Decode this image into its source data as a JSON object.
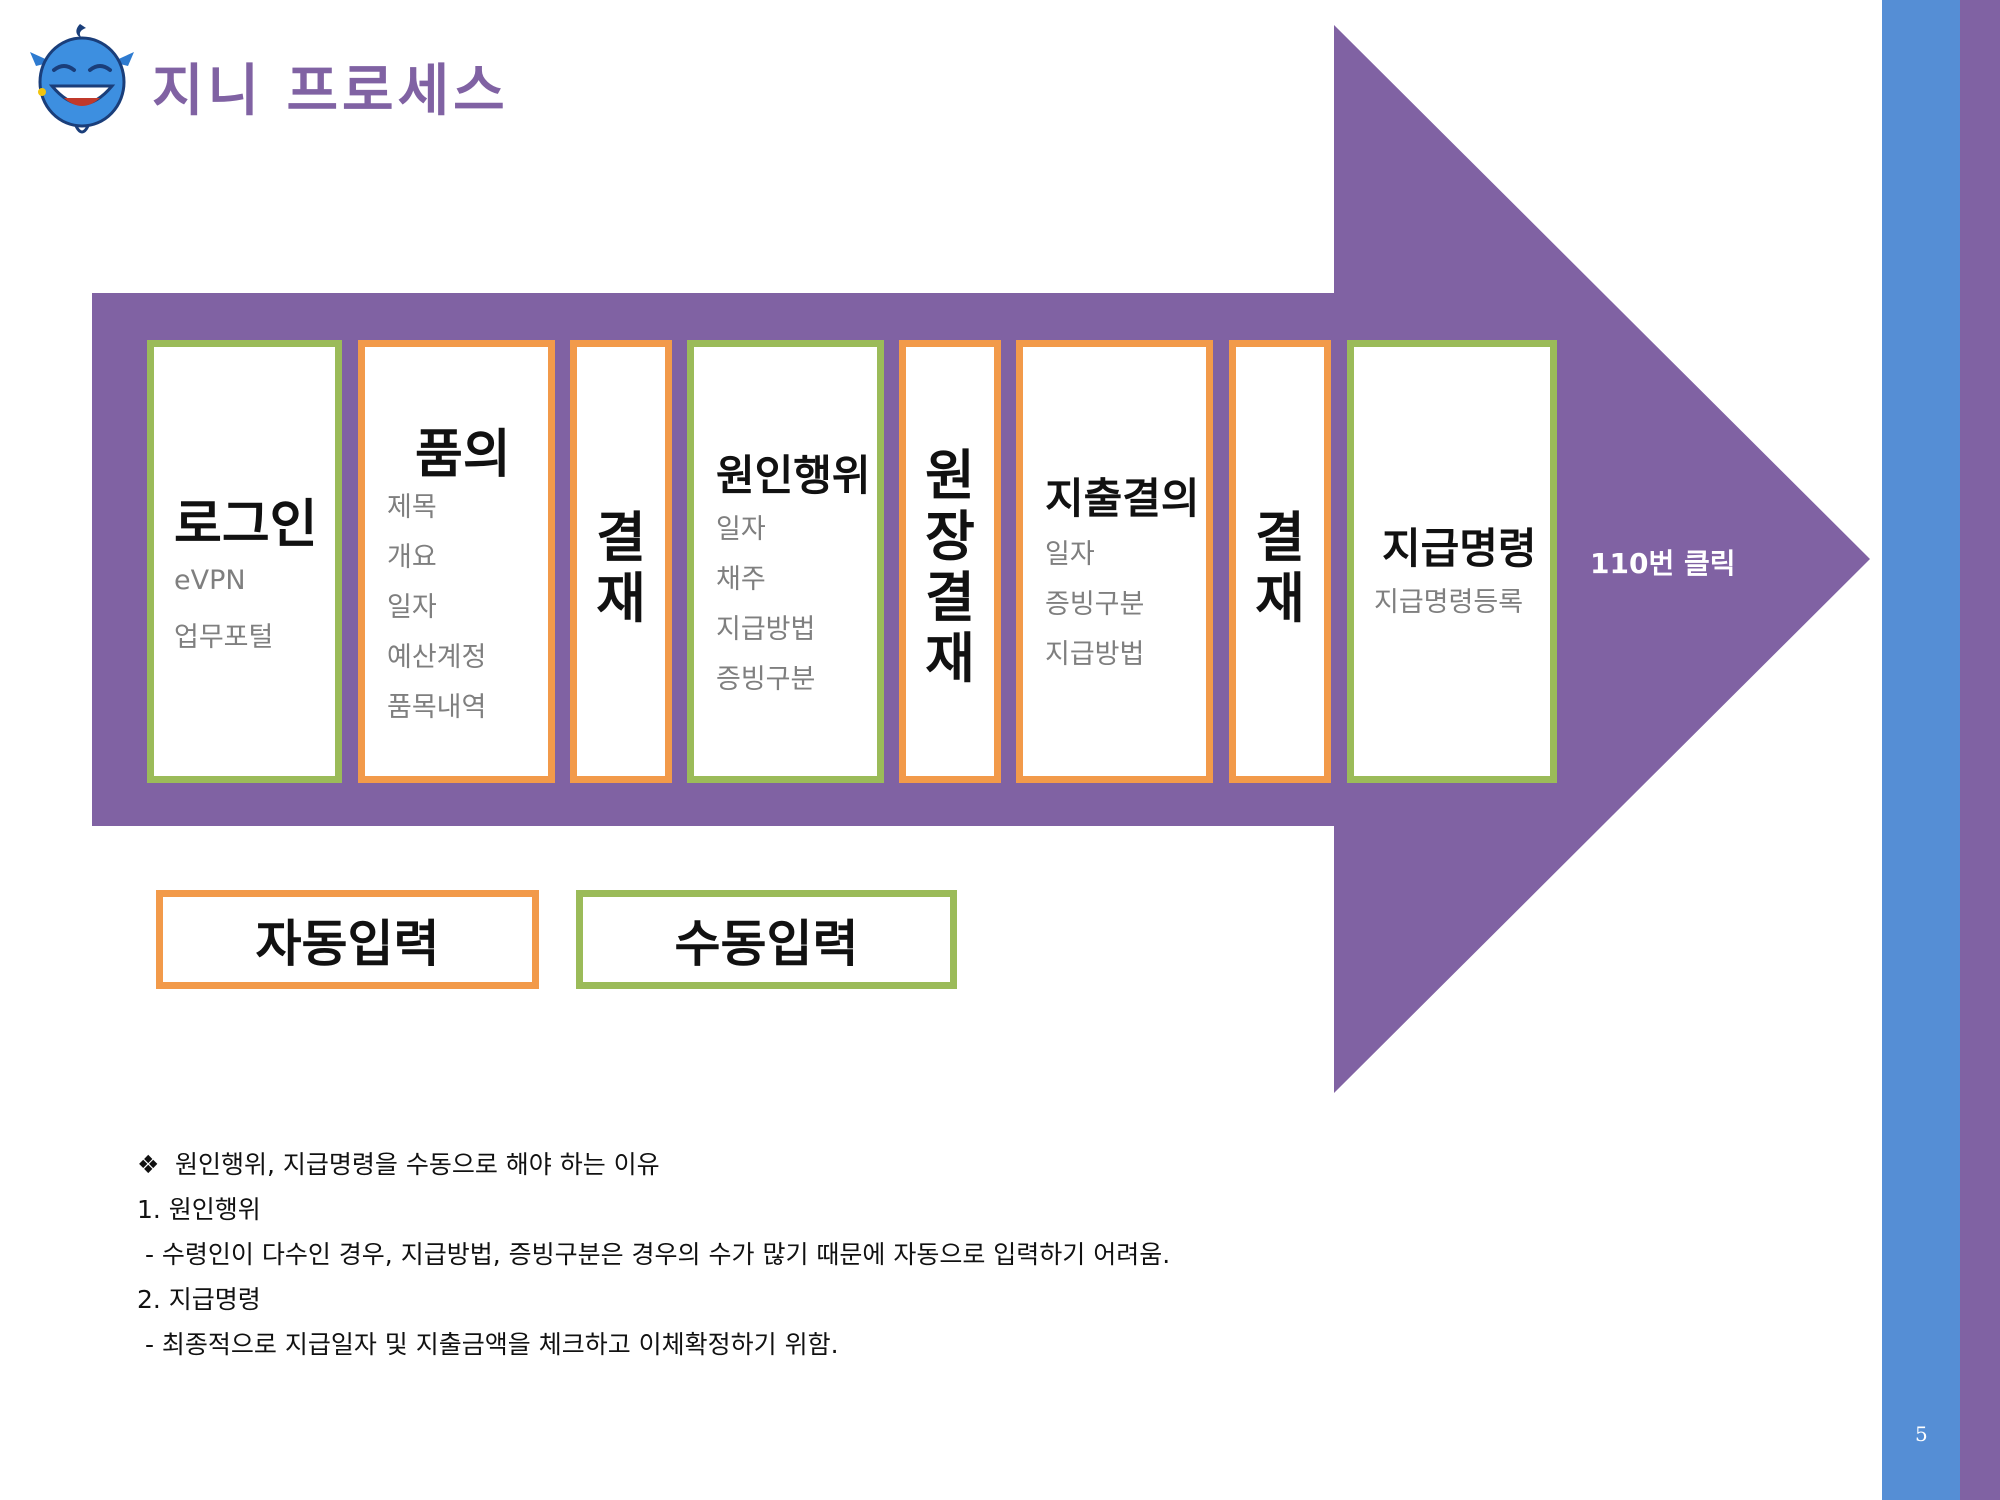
{
  "header": {
    "title": "지니 프로세스",
    "logo_icon": "genie-icon"
  },
  "colors": {
    "purple": "#8062a3",
    "blue": "#558ed5",
    "auto_border": "#f29a4a",
    "manual_border": "#9bbb59"
  },
  "steps": [
    {
      "title": "로그인",
      "items": [
        "eVPN",
        "업무포털"
      ],
      "input": "manual"
    },
    {
      "title": "품의",
      "items": [
        "제목",
        "개요",
        "일자",
        "예산계정",
        "품목내역"
      ],
      "input": "auto"
    },
    {
      "title_chars": [
        "결",
        "재"
      ],
      "input": "auto"
    },
    {
      "title": "원인행위",
      "items": [
        "일자",
        "채주",
        "지급방법",
        "증빙구분"
      ],
      "input": "manual"
    },
    {
      "title_chars": [
        "원",
        "장",
        "결",
        "재"
      ],
      "input": "auto"
    },
    {
      "title": "지출결의",
      "items": [
        "일자",
        "증빙구분",
        "지급방법"
      ],
      "input": "auto"
    },
    {
      "title_chars": [
        "결",
        "재"
      ],
      "input": "auto"
    },
    {
      "title": "지급명령",
      "items": [
        "지급명령등록"
      ],
      "input": "manual"
    }
  ],
  "arrow_note": "110번 클릭",
  "legend": {
    "auto_label": "자동입력",
    "manual_label": "수동입력"
  },
  "notes": {
    "bullet_glyph": "❖",
    "heading": "원인행위, 지급명령을 수동으로 해야 하는 이유",
    "lines": [
      "1. 원인행위",
      " - 수령인이 다수인 경우, 지급방법, 증빙구분은 경우의 수가 많기 때문에 자동으로 입력하기 어려움.",
      "2. 지급명령",
      " - 최종적으로 지급일자 및 지출금액을 체크하고 이체확정하기 위함."
    ]
  },
  "page_number": "5"
}
